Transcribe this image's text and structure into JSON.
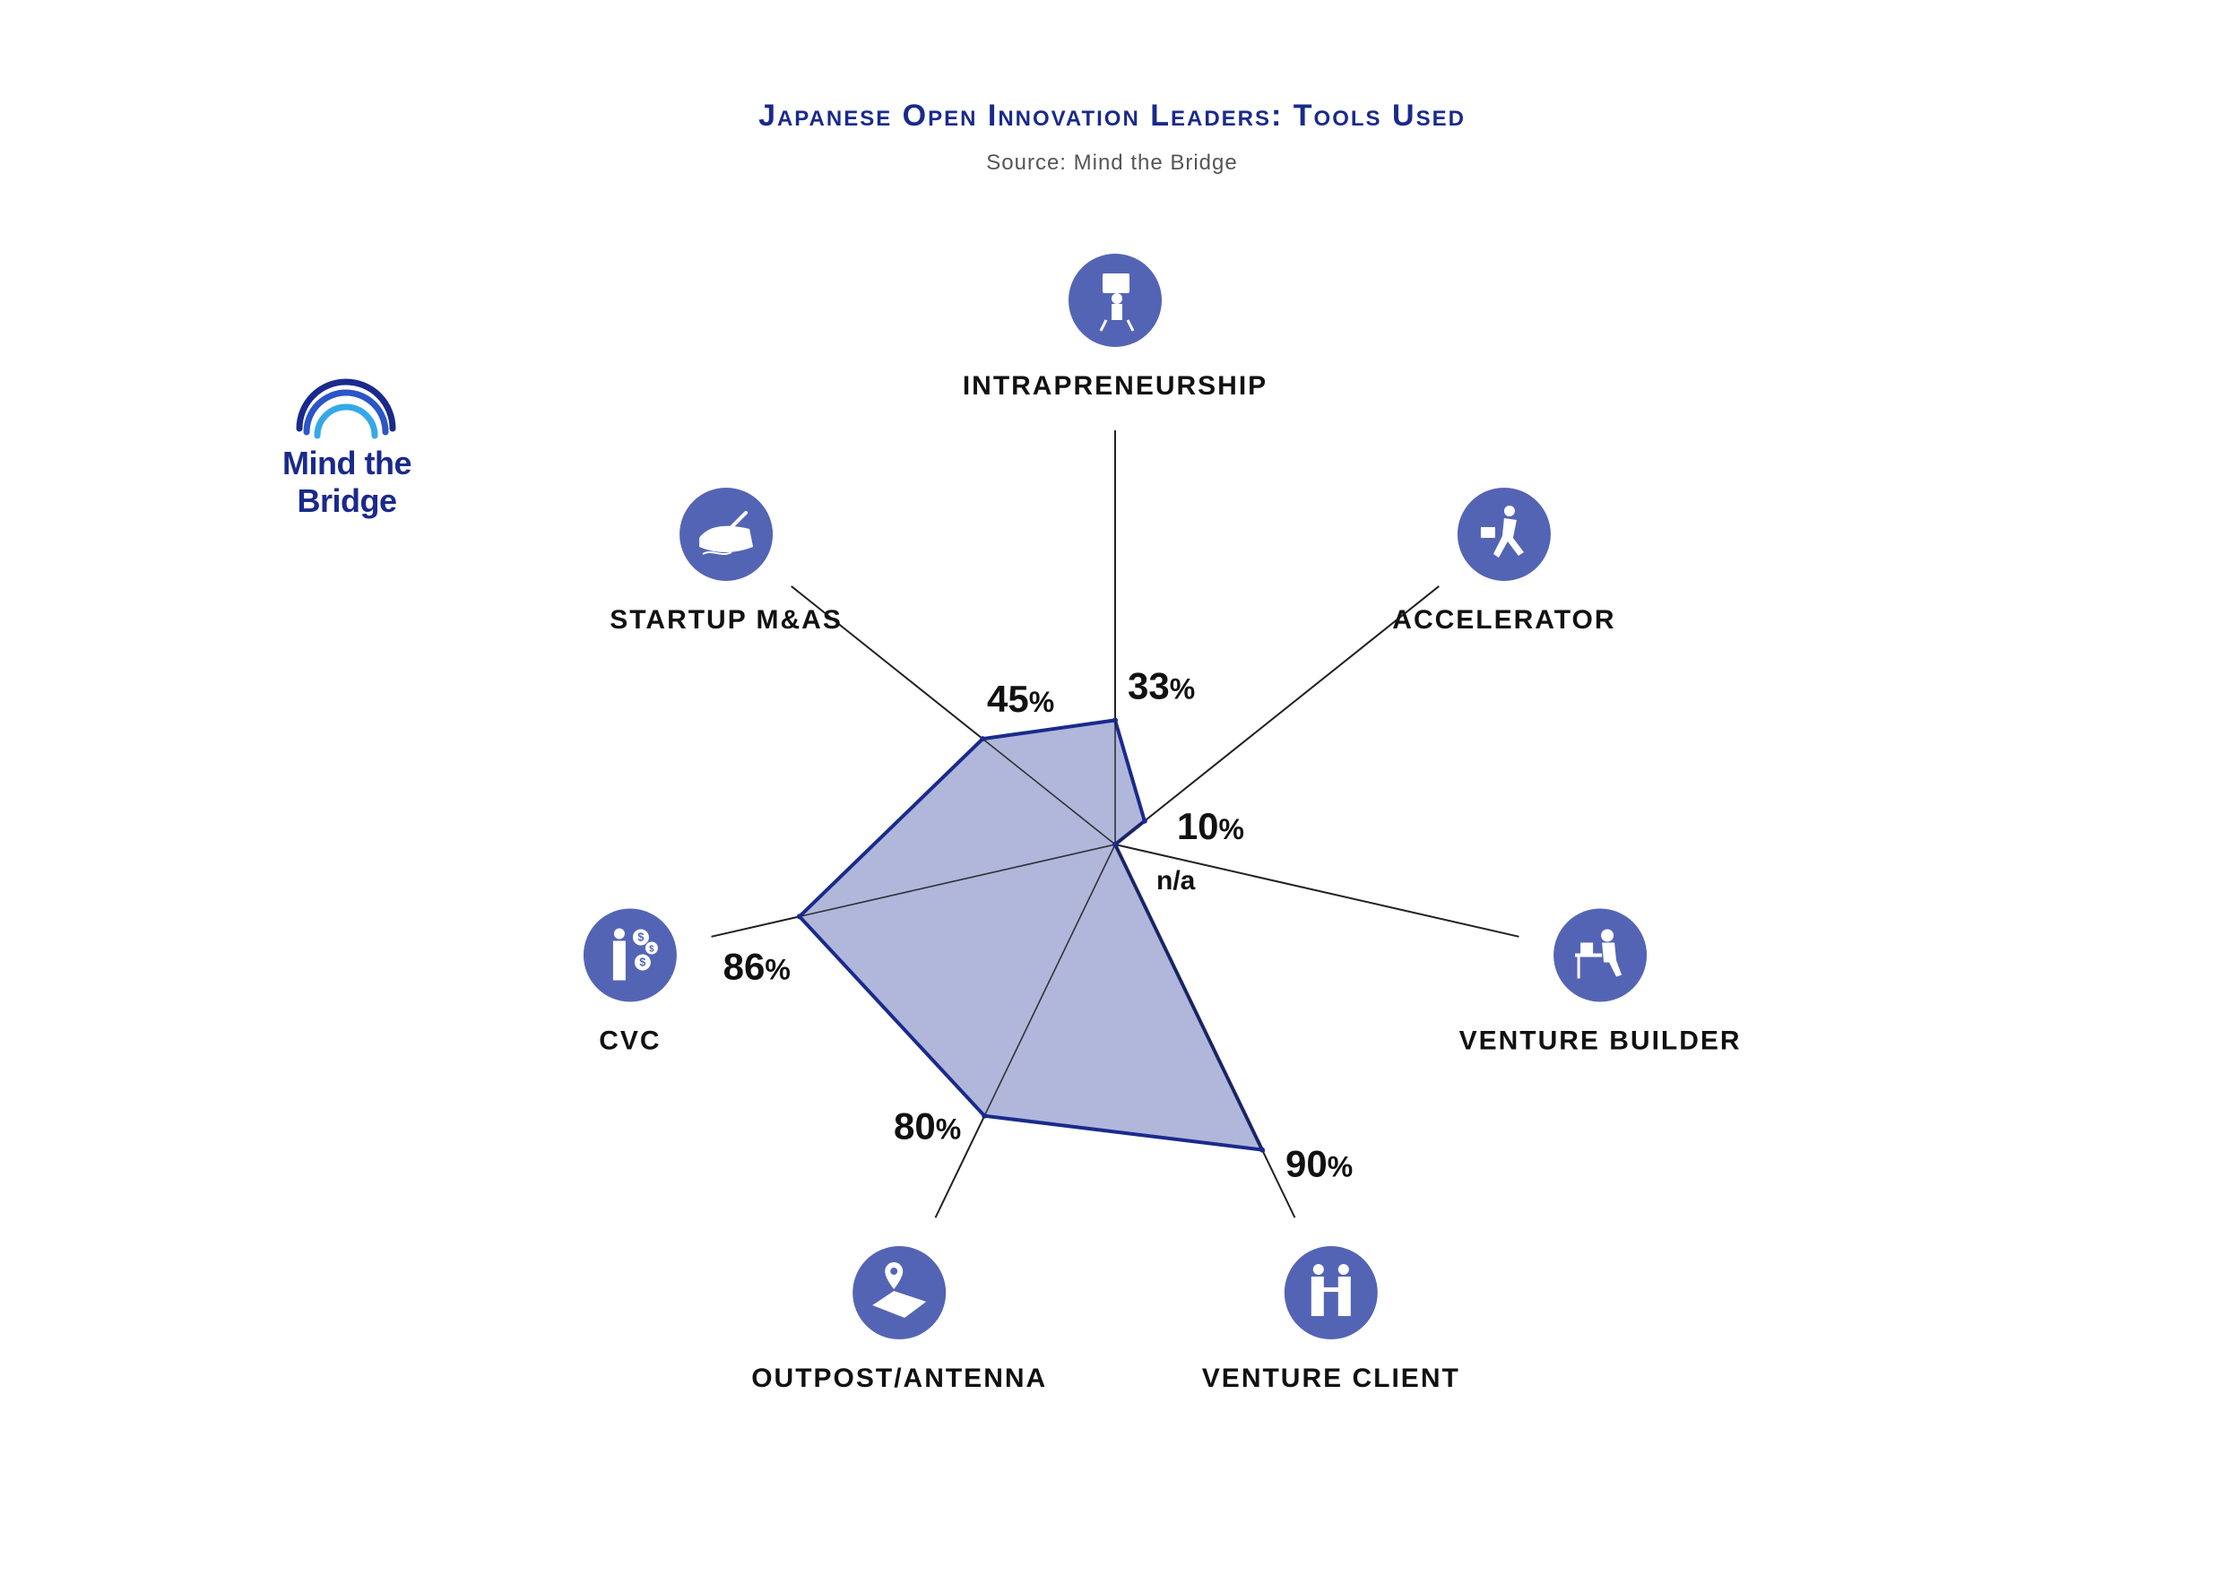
{
  "title": "Japanese Open Innovation Leaders: Tools Used",
  "subtitle": "Source: Mind the Bridge",
  "logo": {
    "text": "Mind the Bridge"
  },
  "colors": {
    "accent": "#1a2a8c",
    "fill": "#a9b1d7",
    "icon": "#5464b4",
    "axis": "#222222"
  },
  "chart_data": {
    "type": "radar",
    "title": "Japanese Open Innovation Leaders: Tools Used",
    "rmax": 100,
    "axes": [
      {
        "name": "INTRAPRENEURSHIP",
        "value": 33,
        "value_label": "33",
        "icon": "presenter-icon"
      },
      {
        "name": "ACCELERATOR",
        "value": 10,
        "value_label": "10",
        "icon": "running-businessman-icon"
      },
      {
        "name": "VENTURE BUILDER",
        "value": 0,
        "value_label": "n/a",
        "icon": "desk-worker-icon"
      },
      {
        "name": "VENTURE CLIENT",
        "value": 90,
        "value_label": "90",
        "icon": "handshake-icon"
      },
      {
        "name": "OUTPOST/ANTENNA",
        "value": 80,
        "value_label": "80",
        "icon": "map-pin-icon"
      },
      {
        "name": "CVC",
        "value": 86,
        "value_label": "86",
        "icon": "investor-icon"
      },
      {
        "name": "STARTUP M&AS",
        "value": 45,
        "value_label": "45",
        "icon": "signing-icon"
      }
    ],
    "percent_sign": "%"
  }
}
